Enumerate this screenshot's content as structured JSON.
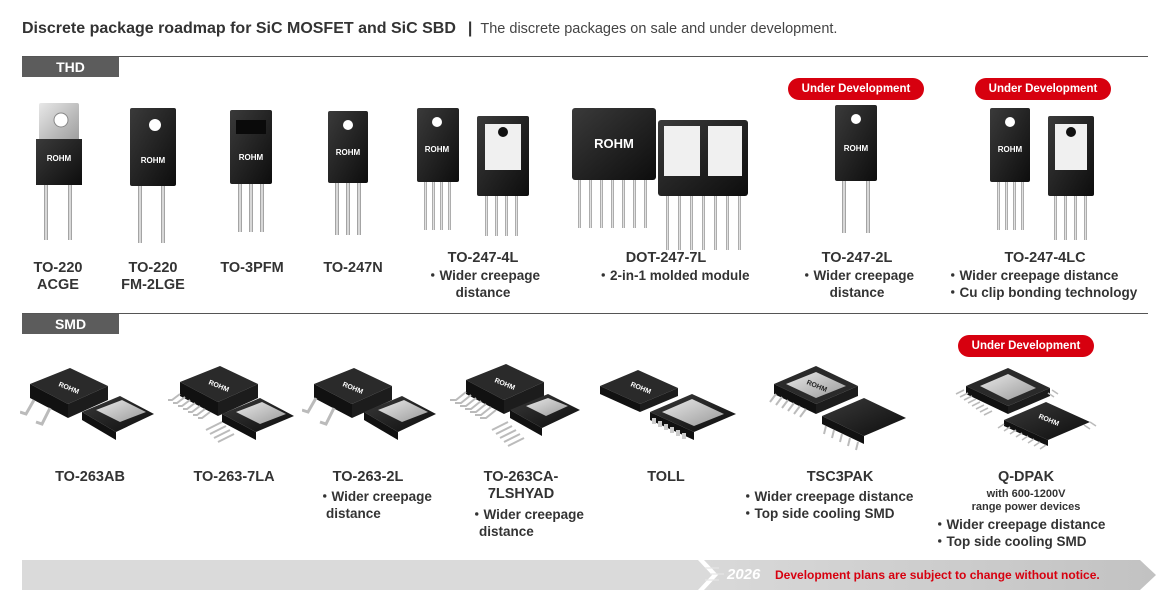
{
  "header": {
    "title": "Discrete package roadmap for SiC MOSFET and SiC SBD",
    "separator": "|",
    "subtitle": "The discrete packages on sale and under development."
  },
  "brand": {
    "logo_text": "ROHM",
    "accent_color": "#d7000f",
    "tag_color": "#5c5c5c"
  },
  "sections": {
    "thd": {
      "label": "THD",
      "packages": [
        {
          "name_line1": "TO-220",
          "name_line2": "ACGE"
        },
        {
          "name_line1": "TO-220",
          "name_line2": "FM-2LGE"
        },
        {
          "name_line1": "TO-3PFM"
        },
        {
          "name_line1": "TO-247N"
        },
        {
          "name_line1": "TO-247-4L",
          "notes": [
            "・Wider creepage",
            "distance"
          ]
        },
        {
          "name_line1": "DOT-247-7L",
          "notes": [
            "・2-in-1 molded module"
          ]
        },
        {
          "name_line1": "TO-247-2L",
          "badge": "Under Development",
          "notes": [
            "・Wider creepage",
            "distance"
          ]
        },
        {
          "name_line1": "TO-247-4LC",
          "badge": "Under Development",
          "notes": [
            "・Wider creepage distance",
            "・Cu clip bonding technology"
          ]
        }
      ]
    },
    "smd": {
      "label": "SMD",
      "packages": [
        {
          "name_line1": "TO-263AB"
        },
        {
          "name_line1": "TO-263-7LA"
        },
        {
          "name_line1": "TO-263-2L",
          "notes": [
            "・Wider creepage",
            "distance"
          ]
        },
        {
          "name_line1": "TO-263CA-",
          "name_line2": "7LSHYAD",
          "notes": [
            "・Wider creepage",
            "distance"
          ]
        },
        {
          "name_line1": "TOLL"
        },
        {
          "name_line1": "TSC3PAK",
          "notes": [
            "・Wider creepage distance",
            "・Top side cooling SMD"
          ]
        },
        {
          "name_line1": "Q-DPAK",
          "badge": "Under Development",
          "small_notes": [
            "with 600-1200V",
            "range power devices"
          ],
          "notes": [
            "・Wider creepage distance",
            "・Top side cooling SMD"
          ]
        }
      ]
    }
  },
  "footer": {
    "year": "2026",
    "note": "Development plans are subject to change without notice."
  }
}
